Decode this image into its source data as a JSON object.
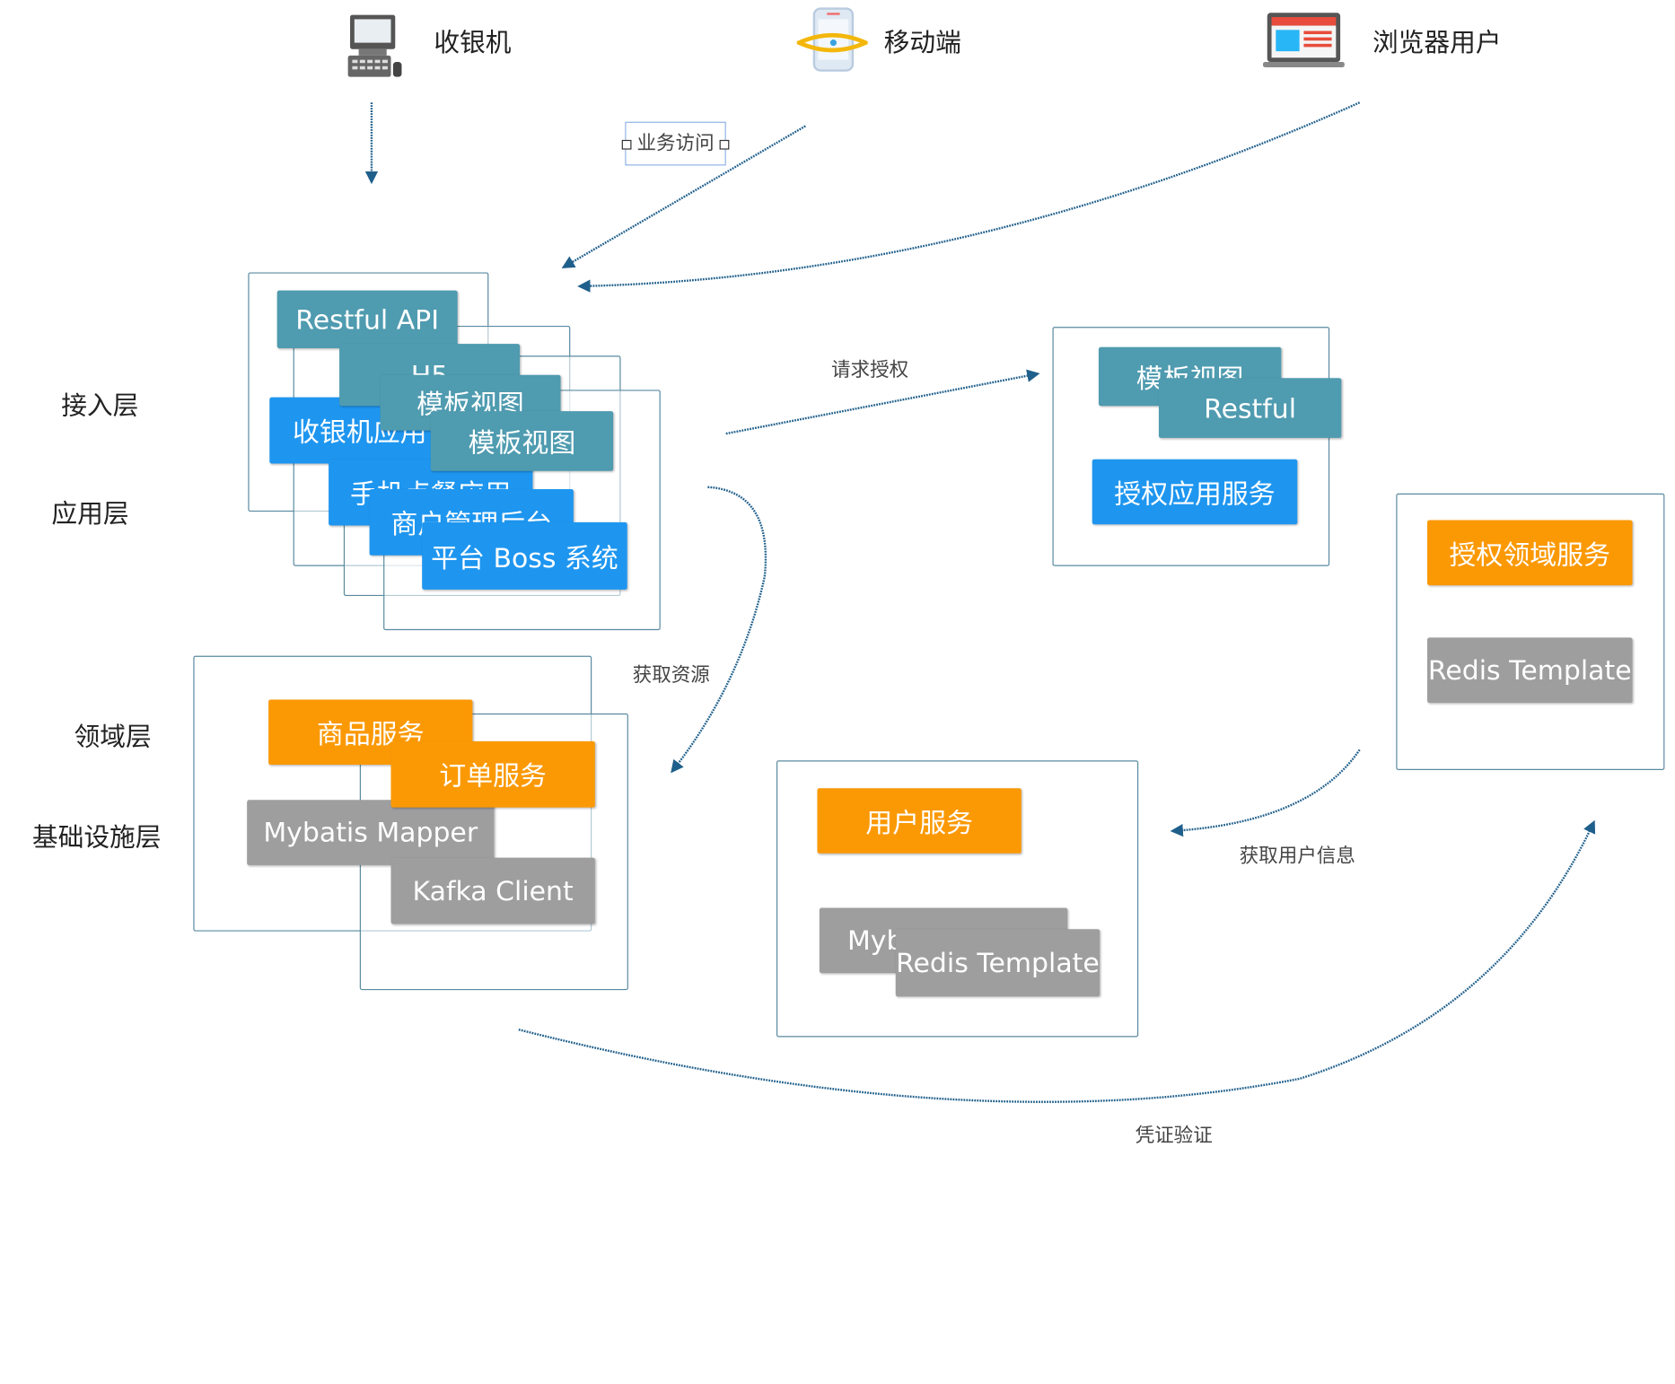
{
  "clients": {
    "pos": {
      "label": "收银机",
      "icon": "computer-terminal-icon"
    },
    "mobile": {
      "label": "移动端",
      "icon": "mobile-device-icon"
    },
    "browser": {
      "label": "浏览器用户",
      "icon": "browser-window-icon"
    }
  },
  "layers": {
    "access": "接入层",
    "application": "应用层",
    "domain": "领域层",
    "infrastructure": "基础设施层"
  },
  "edges": {
    "business_access": "业务访问",
    "request_auth": "请求授权",
    "get_resources": "获取资源",
    "get_user_info": "获取用户信息",
    "credential_verify": "凭证验证"
  },
  "app_stack": {
    "restful_api": "Restful API",
    "h5": "H5",
    "template_view_1": "模板视图",
    "template_view_2": "模板视图",
    "cashier_app": "收银机应用",
    "mobile_order_app": "手机点餐应用",
    "merchant_admin": "商户管理后台",
    "boss_system": "平台 Boss 系统"
  },
  "auth_app": {
    "template_view": "模板视图",
    "restful": "Restful",
    "auth_app_service": "授权应用服务"
  },
  "domain_stack": {
    "product_service": "商品服务",
    "order_service": "订单服务",
    "mybatis_mapper": "Mybatis Mapper",
    "kafka_client": "Kafka Client"
  },
  "user_domain": {
    "user_service": "用户服务",
    "mybatis_partial": "Mybatis Mapper",
    "redis_template": "Redis Template"
  },
  "auth_domain": {
    "auth_domain_service": "授权领域服务",
    "redis_template": "Redis Template"
  },
  "colors": {
    "teal": "#4f9bb0",
    "blue": "#1e96f0",
    "orange": "#fb9905",
    "gray": "#9e9e9e",
    "arrow": "#1f5f8b"
  }
}
